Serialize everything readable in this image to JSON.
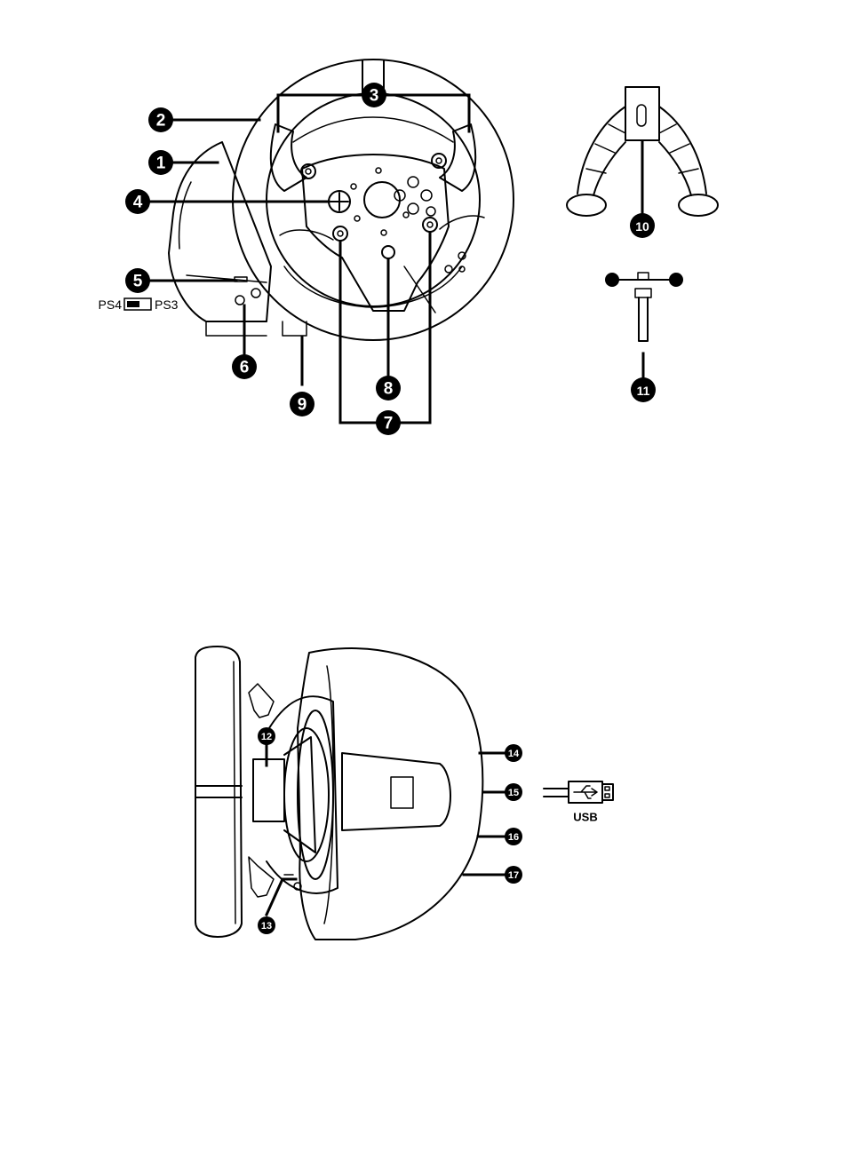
{
  "callouts": {
    "c1": "1",
    "c2": "2",
    "c3": "3",
    "c4": "4",
    "c5": "5",
    "c6": "6",
    "c7": "7",
    "c8": "8",
    "c9": "9",
    "c10": "10",
    "c11": "11",
    "c12": "12",
    "c13": "13",
    "c14": "14",
    "c15": "15",
    "c16": "16",
    "c17": "17"
  },
  "switch": {
    "left": "PS4",
    "right": "PS3"
  },
  "connector": {
    "label": "USB"
  },
  "icons": [
    "usb-icon",
    "mode-switch-icon"
  ],
  "colors": {
    "ink": "#000000",
    "paper": "#ffffff"
  }
}
